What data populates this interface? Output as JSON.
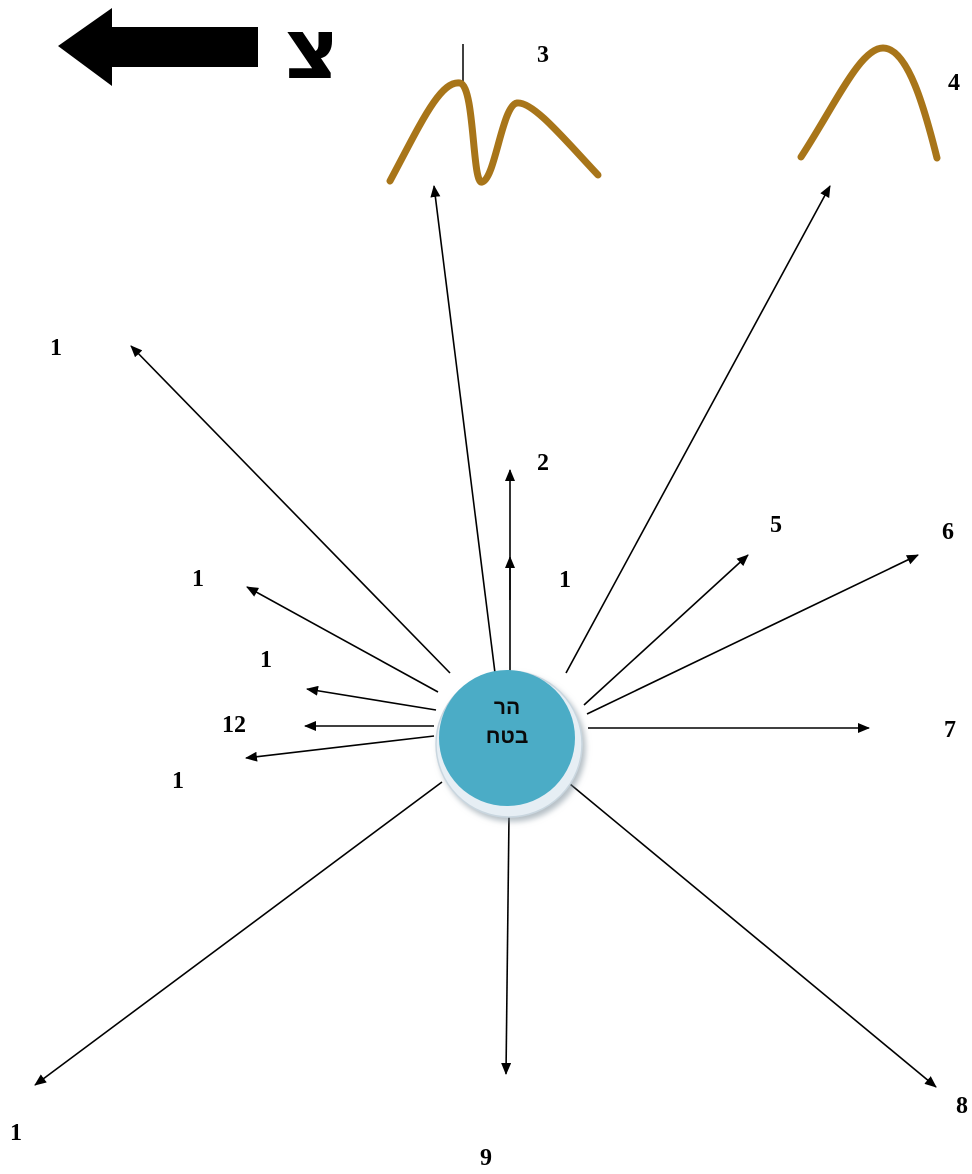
{
  "center": {
    "line1": "הר",
    "line2": "בטח",
    "fill_color": "#4bacc6",
    "ring_color": "#e6eef4"
  },
  "compass": {
    "letter": "צ",
    "arrow_icon": "left-arrow-icon"
  },
  "mountain_color": "#a87519",
  "labels": {
    "n1": "1",
    "n2": "2",
    "n3": "3",
    "n4": "4",
    "n5": "5",
    "n6": "6",
    "n7": "7",
    "n8": "8",
    "n9": "9",
    "n10": "1",
    "n11": "1",
    "n12": "12",
    "n13": "1",
    "n14": "1",
    "n15": "1"
  }
}
